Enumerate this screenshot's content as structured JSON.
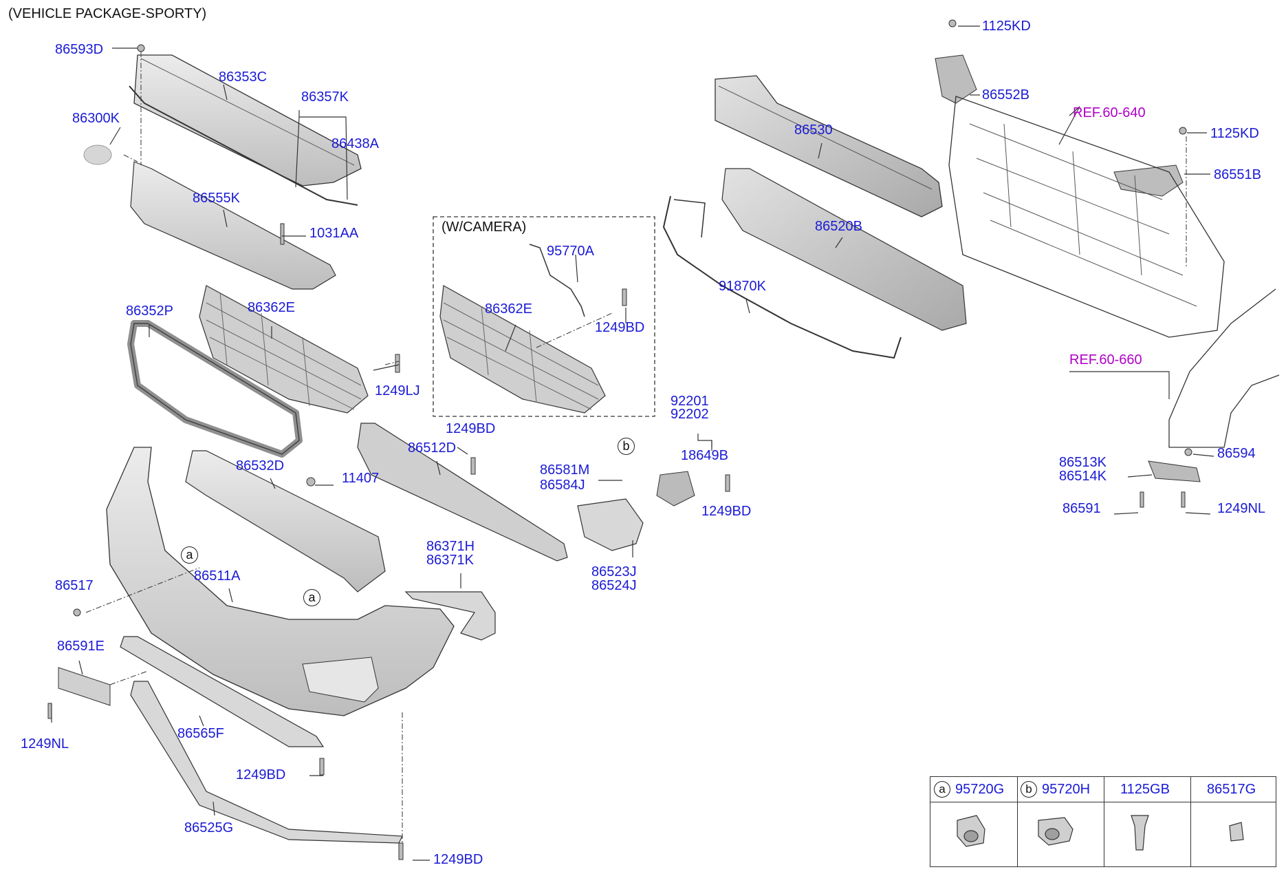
{
  "title": "(VEHICLE PACKAGE-SPORTY)",
  "camera_box_title": "(W/CAMERA)",
  "callout_a": "a",
  "callout_b": "b",
  "refs": {
    "r1": "REF.60-640",
    "r2": "REF.60-660"
  },
  "labels": {
    "l86593D": "86593D",
    "l86353C": "86353C",
    "l86357K": "86357K",
    "l86300K": "86300K",
    "l86438A": "86438A",
    "l86555K": "86555K",
    "l1031AA": "1031AA",
    "l86352P": "86352P",
    "l86362E_a": "86362E",
    "l1249LJ": "1249LJ",
    "l95770A": "95770A",
    "l86362E_b": "86362E",
    "l1249BD_cam": "1249BD",
    "l86530": "86530",
    "l86520B": "86520B",
    "l91870K": "91870K",
    "l1125KD_a": "1125KD",
    "l86552B": "86552B",
    "l1125KD_b": "1125KD",
    "l86551B": "86551B",
    "l86532D": "86532D",
    "l11407": "11407",
    "l1249BD_a": "1249BD",
    "l86512D": "86512D",
    "l86581M": "86581M",
    "l86584J": "86584J",
    "l92201": "92201",
    "l92202": "92202",
    "l18649B": "18649B",
    "l1249BD_b": "1249BD",
    "l86371H": "86371H",
    "l86371K": "86371K",
    "l86517": "86517",
    "l86511A": "86511A",
    "l86523J": "86523J",
    "l86524J": "86524J",
    "l86513K": "86513K",
    "l86514K": "86514K",
    "l86594": "86594",
    "l86591": "86591",
    "l1249NL_r": "1249NL",
    "l86591E": "86591E",
    "l1249NL_l": "1249NL",
    "l86565F": "86565F",
    "l1249BD_c": "1249BD",
    "l86525G": "86525G",
    "l1249BD_d": "1249BD"
  },
  "legend": {
    "items": [
      {
        "circle": "a",
        "code": "95720G",
        "icon": "parking-sensor-icon"
      },
      {
        "circle": "b",
        "code": "95720H",
        "icon": "parking-sensor-icon"
      },
      {
        "circle": "",
        "code": "1125GB",
        "icon": "bolt-icon"
      },
      {
        "circle": "",
        "code": "86517G",
        "icon": "clip-icon"
      }
    ]
  },
  "colors": {
    "part_number": "#1a1ad6",
    "reference": "#b000c8",
    "part_fill": "#d9d9d9",
    "outline": "#333333"
  }
}
